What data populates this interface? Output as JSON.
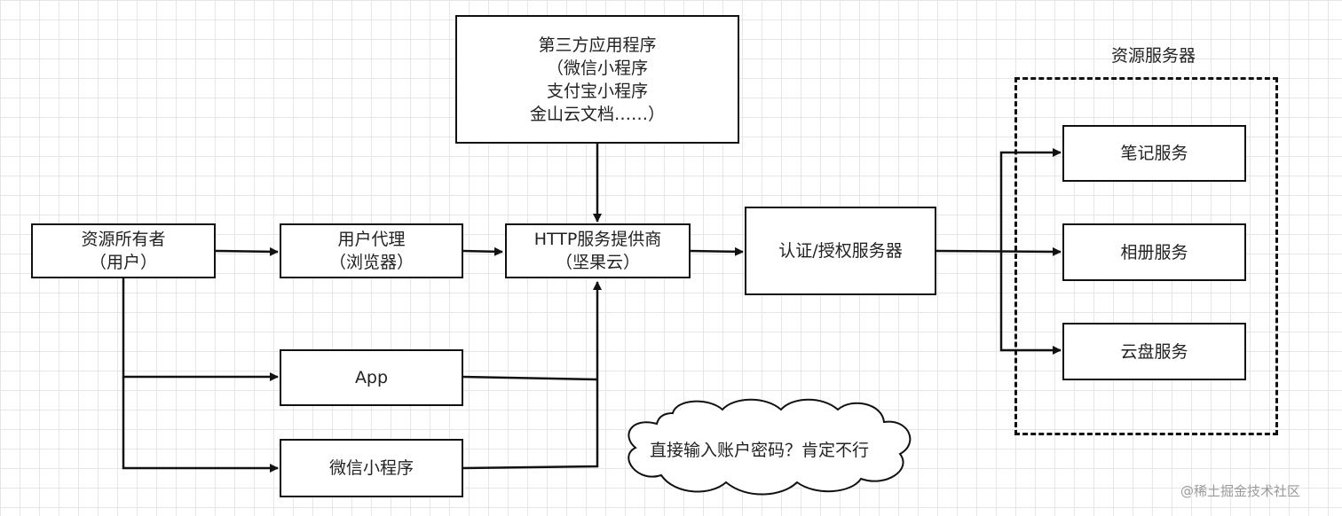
{
  "nodes": {
    "third_party": {
      "lines": [
        "第三方应用程序",
        "（微信小程序",
        "支付宝小程序",
        "金山云文档……）"
      ]
    },
    "owner": {
      "lines": [
        "资源所有者",
        "（用户）"
      ]
    },
    "user_agent": {
      "lines": [
        "用户代理",
        "（浏览器）"
      ]
    },
    "http_provider": {
      "lines": [
        "HTTP服务提供商",
        "（坚果云）"
      ]
    },
    "auth_server": {
      "lines": [
        "认证/授权服务器"
      ]
    },
    "app": {
      "lines": [
        "App"
      ]
    },
    "wechat_mini": {
      "lines": [
        "微信小程序"
      ]
    },
    "note_service": {
      "lines": [
        "笔记服务"
      ]
    },
    "album_service": {
      "lines": [
        "相册服务"
      ]
    },
    "disk_service": {
      "lines": [
        "云盘服务"
      ]
    }
  },
  "group": {
    "title": "资源服务器"
  },
  "callout": {
    "text": "直接输入账户密码？肯定不行"
  },
  "watermark": {
    "text": "@稀土掘金技术社区"
  },
  "edges": [
    {
      "from": "owner",
      "to": "user_agent"
    },
    {
      "from": "user_agent",
      "to": "http_provider"
    },
    {
      "from": "third_party",
      "to": "http_provider"
    },
    {
      "from": "http_provider",
      "to": "auth_server"
    },
    {
      "from": "owner",
      "to": "app"
    },
    {
      "from": "owner",
      "to": "wechat_mini"
    },
    {
      "from": "app",
      "to": "http_provider"
    },
    {
      "from": "wechat_mini",
      "to": "http_provider"
    },
    {
      "from": "auth_server",
      "to": "note_service"
    },
    {
      "from": "auth_server",
      "to": "album_service"
    },
    {
      "from": "auth_server",
      "to": "disk_service"
    }
  ],
  "colors": {
    "line": "#111111",
    "grid": "#e6e6e6",
    "background": "#ffffff"
  }
}
